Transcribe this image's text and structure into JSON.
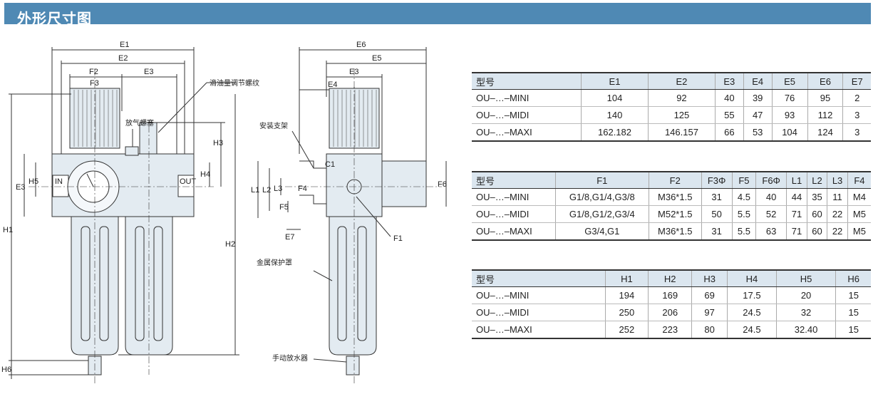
{
  "header": {
    "title": "外形尺寸图"
  },
  "colors": {
    "header_bg": "#4f89b4",
    "table_header_bg": "#dbe6ef",
    "unit_fill": "#e3ebf1",
    "line": "#333333"
  },
  "drawing": {
    "front_dims": {
      "E1": "E1",
      "E2": "E2",
      "F2": "F2",
      "F3": "F3",
      "E3": "E3",
      "H1": "H1",
      "H2": "H2",
      "H3": "H3",
      "H4": "H4",
      "H5": "H5",
      "E3_left": "E3",
      "H6": "H6"
    },
    "port_in": "IN",
    "port_out": "OUT",
    "side_dims": {
      "E6": "E6",
      "E5": "E5",
      "E3": "E3",
      "E4": "E4",
      "L1": "L1",
      "L2": "L2",
      "L3": "L3",
      "F4": "F4",
      "F5": "F5",
      "E7": "E7",
      "C1": "C1",
      "F1": "F1",
      "F6": "F6"
    },
    "callouts": {
      "oil_adjust_screw": "滴油量调节螺纹",
      "vent_plug": "放气螺塞",
      "mount_bracket": "安装支架",
      "metal_guard": "金属保护罩",
      "manual_drain": "手动放水器"
    }
  },
  "table1": {
    "headers": [
      "型号",
      "E1",
      "E2",
      "E3",
      "E4",
      "E5",
      "E6",
      "E7"
    ],
    "rows": [
      [
        "OU–…–MINI",
        "104",
        "92",
        "40",
        "39",
        "76",
        "95",
        "2"
      ],
      [
        "OU–…–MIDI",
        "140",
        "125",
        "55",
        "47",
        "93",
        "112",
        "3"
      ],
      [
        "OU–…–MAXI",
        "162.182",
        "146.157",
        "66",
        "53",
        "104",
        "124",
        "3"
      ]
    ]
  },
  "table2": {
    "headers": [
      "型号",
      "F1",
      "F2",
      "F3Φ",
      "F5",
      "F6Φ",
      "L1",
      "L2",
      "L3",
      "F4"
    ],
    "rows": [
      [
        "OU–…–MINI",
        "G1/8,G1/4,G3/8",
        "M36*1.5",
        "31",
        "4.5",
        "40",
        "44",
        "35",
        "11",
        "M4"
      ],
      [
        "OU–…–MIDI",
        "G1/8,G1/2,G3/4",
        "M52*1.5",
        "50",
        "5.5",
        "52",
        "71",
        "60",
        "22",
        "M5"
      ],
      [
        "OU–…–MAXI",
        "G3/4,G1",
        "M36*1.5",
        "31",
        "5.5",
        "63",
        "71",
        "60",
        "22",
        "M5"
      ]
    ]
  },
  "table3": {
    "headers": [
      "型号",
      "H1",
      "H2",
      "H3",
      "H4",
      "H5",
      "H6"
    ],
    "rows": [
      [
        "OU–…–MINI",
        "194",
        "169",
        "69",
        "17.5",
        "20",
        "15"
      ],
      [
        "OU–…–MIDI",
        "250",
        "206",
        "97",
        "24.5",
        "32",
        "15"
      ],
      [
        "OU–…–MAXI",
        "252",
        "223",
        "80",
        "24.5",
        "32.40",
        "15"
      ]
    ]
  }
}
